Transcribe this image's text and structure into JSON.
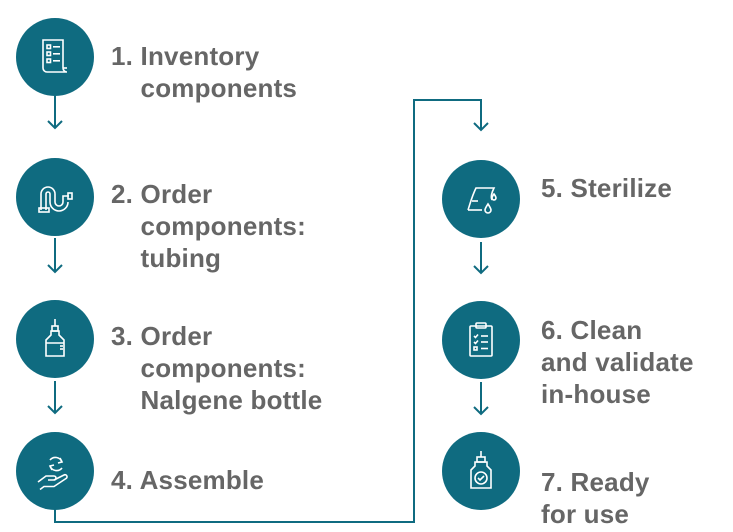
{
  "colors": {
    "teal": "#0f6b80",
    "text": "#666666"
  },
  "steps": [
    {
      "number": "1.",
      "label": "Inventory\ncomponents",
      "icon": "checklist-icon"
    },
    {
      "number": "2.",
      "label": "Order\ncomponents:\ntubing",
      "icon": "tubing-icon"
    },
    {
      "number": "3.",
      "label": "Order\ncomponents:\nNalgene bottle",
      "icon": "bottle-icon"
    },
    {
      "number": "4.",
      "label": "Assemble",
      "icon": "assemble-hand-icon"
    },
    {
      "number": "5.",
      "label": "Sterilize",
      "icon": "sterilize-icon"
    },
    {
      "number": "6.",
      "label": "Clean\nand validate\nin-house",
      "icon": "clipboard-icon"
    },
    {
      "number": "7.",
      "label": "Ready\nfor use",
      "icon": "ready-bottle-icon"
    }
  ]
}
